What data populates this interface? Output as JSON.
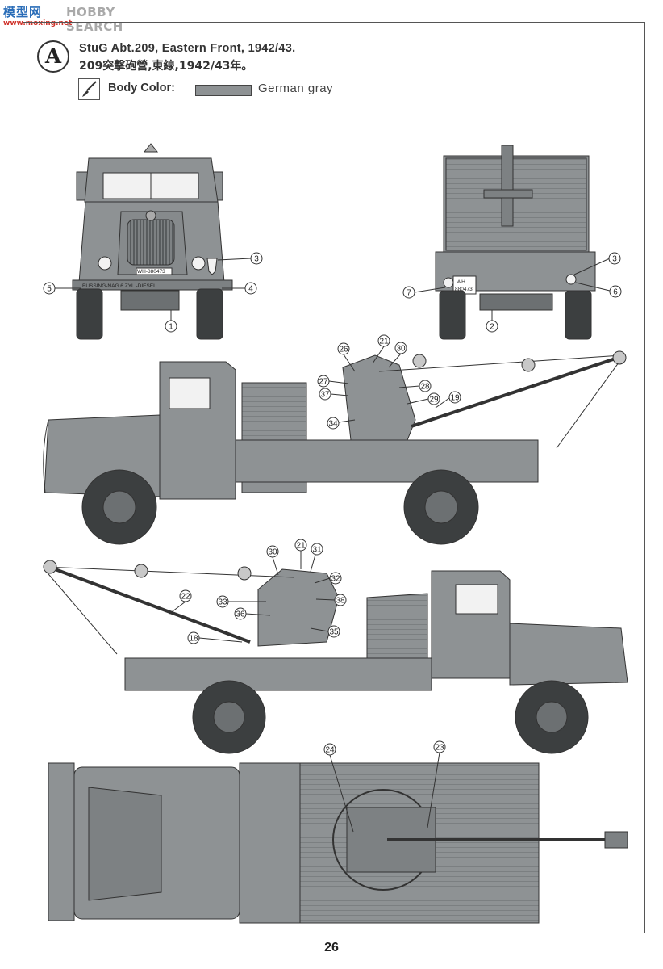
{
  "watermark": {
    "logo": "模型网",
    "site": "HOBBY SEARCH",
    "url": "www.moxing.net"
  },
  "header": {
    "badge_letter": "A",
    "title_en": "StuG Abt.209, Eastern Front, 1942/43.",
    "title_zh": "209突擊砲營,東線,1942/43年。",
    "color_label": "Body Color:",
    "color_name": "German gray",
    "body_color_hex": "#8e9294"
  },
  "front_view": {
    "plate": "WH-880473",
    "grille_text": "BUSSING-NAG     6 ZYL.-DIESEL",
    "callouts": [
      "3",
      "5",
      "4",
      "1"
    ]
  },
  "rear_view": {
    "plate_top": "WH",
    "plate_bottom": "880473",
    "callouts": [
      "3",
      "7",
      "6",
      "2"
    ]
  },
  "right_side_view": {
    "callouts": [
      "26",
      "21",
      "30",
      "27",
      "28",
      "37",
      "29",
      "19",
      "34"
    ]
  },
  "left_side_view": {
    "callouts": [
      "30",
      "21",
      "31",
      "32",
      "33",
      "38",
      "36",
      "35",
      "18",
      "22"
    ]
  },
  "top_view": {
    "callouts": [
      "24",
      "23"
    ]
  },
  "icons": [
    "paint-brush-icon"
  ],
  "page": {
    "number": "26"
  }
}
